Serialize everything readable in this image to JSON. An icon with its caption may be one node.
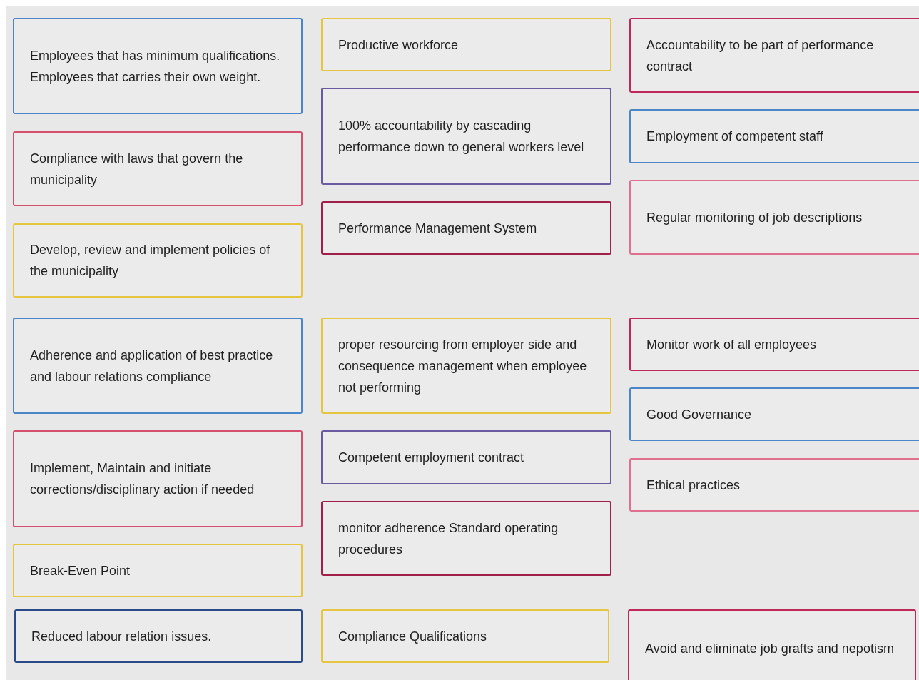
{
  "diagram": {
    "nodes": [
      {
        "text": [
          "Employees that has minimum qualifications. Employees that carries their own weight."
        ]
      },
      {
        "text": [
          "Compliance with laws that govern the municipality"
        ]
      },
      {
        "text": [
          "Develop, review and implement policies of the municipality"
        ]
      },
      {
        "text": [
          "Adherence and application of best practice and labour relations compliance"
        ]
      },
      {
        "text": [
          "Implement, Maintain and initiate corrections/disciplinary action if needed"
        ]
      },
      {
        "text": [
          "Break-Even Point"
        ]
      },
      {
        "text": [
          "Reduced labour relation issues."
        ]
      },
      {
        "text": [
          "Productive workforce"
        ]
      },
      {
        "text": [
          "100% accountability by cascading performance down to general workers level"
        ]
      },
      {
        "text": [
          "Performance Management System"
        ]
      },
      {
        "text": [
          "proper resourcing from employer side and consequence management when employee not performing"
        ]
      },
      {
        "text": [
          "Competent employment contract"
        ]
      },
      {
        "text": [
          "monitor adherence Standard operating procedures"
        ]
      },
      {
        "text": [
          "Compliance Qualifications"
        ]
      },
      {
        "text": [
          "Accountability to be part of performance contract"
        ]
      },
      {
        "text": [
          "Employment of competent staff"
        ]
      },
      {
        "text": [
          "Regular monitoring of job descriptions"
        ]
      },
      {
        "text": [
          "Monitor work of all employees"
        ]
      },
      {
        "text": [
          "Good Governance"
        ]
      },
      {
        "text": [
          "Ethical practices"
        ]
      },
      {
        "text": [
          "Avoid and eliminate job grafts and nepotism"
        ]
      }
    ]
  }
}
